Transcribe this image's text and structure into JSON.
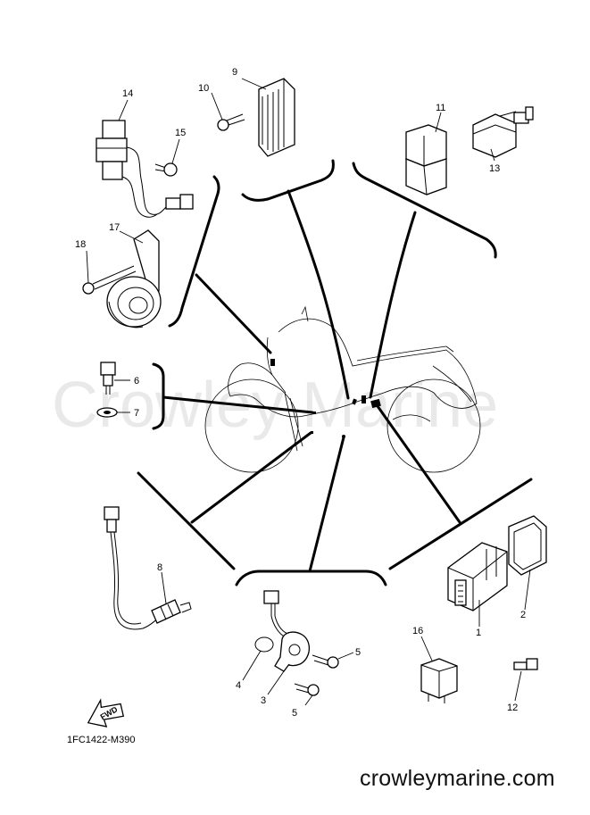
{
  "watermark": "Crowley Marine",
  "website": "crowleymarine.com",
  "diagram_code": "1FC1422-M390",
  "fwd_label": "FWD",
  "labels": {
    "l1": "1",
    "l2": "2",
    "l3": "3",
    "l4": "4",
    "l5a": "5",
    "l5b": "5",
    "l6": "6",
    "l7": "7",
    "l8": "8",
    "l9": "9",
    "l10": "10",
    "l11": "11",
    "l12": "12",
    "l13": "13",
    "l14": "14",
    "l15": "15",
    "l16": "16",
    "l17": "17",
    "l18": "18"
  }
}
